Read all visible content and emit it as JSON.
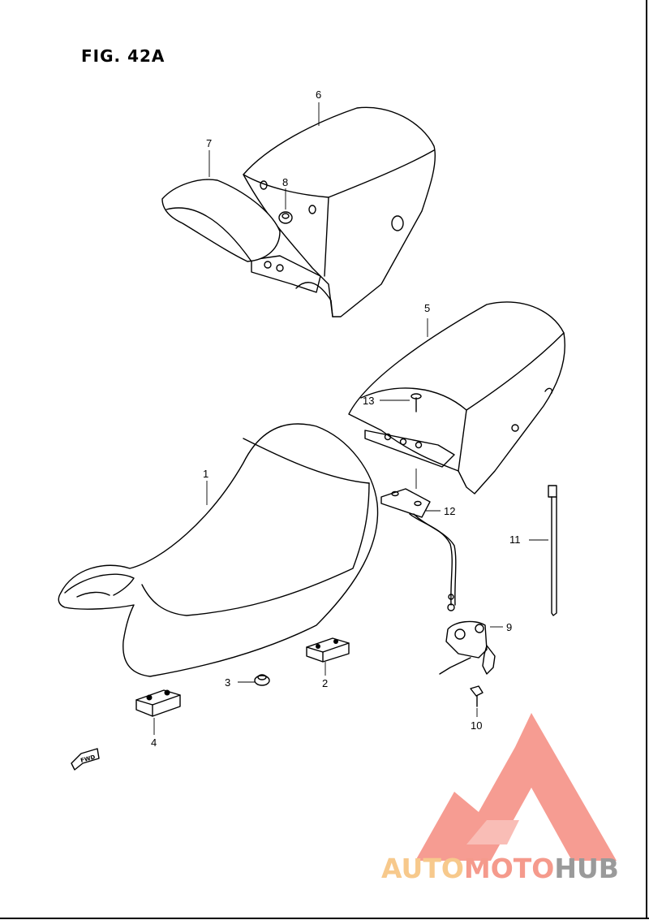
{
  "figure": {
    "title": "FIG. 42A"
  },
  "fwd_label": "FWD",
  "callouts": [
    {
      "id": "1",
      "label": "1"
    },
    {
      "id": "2",
      "label": "2"
    },
    {
      "id": "3",
      "label": "3"
    },
    {
      "id": "4",
      "label": "4"
    },
    {
      "id": "5",
      "label": "5"
    },
    {
      "id": "6",
      "label": "6"
    },
    {
      "id": "7",
      "label": "7"
    },
    {
      "id": "8",
      "label": "8"
    },
    {
      "id": "9",
      "label": "9"
    },
    {
      "id": "10",
      "label": "10"
    },
    {
      "id": "11",
      "label": "11"
    },
    {
      "id": "12",
      "label": "12"
    },
    {
      "id": "13",
      "label": "13"
    }
  ],
  "watermark": {
    "part1": "AUTO",
    "part2": "MOTO",
    "part3": "HUB",
    "colors": {
      "auto": "#f7c98c",
      "moto": "#f59a8c",
      "hub": "#9a9a9a",
      "triangle": "#f47b6e"
    }
  }
}
